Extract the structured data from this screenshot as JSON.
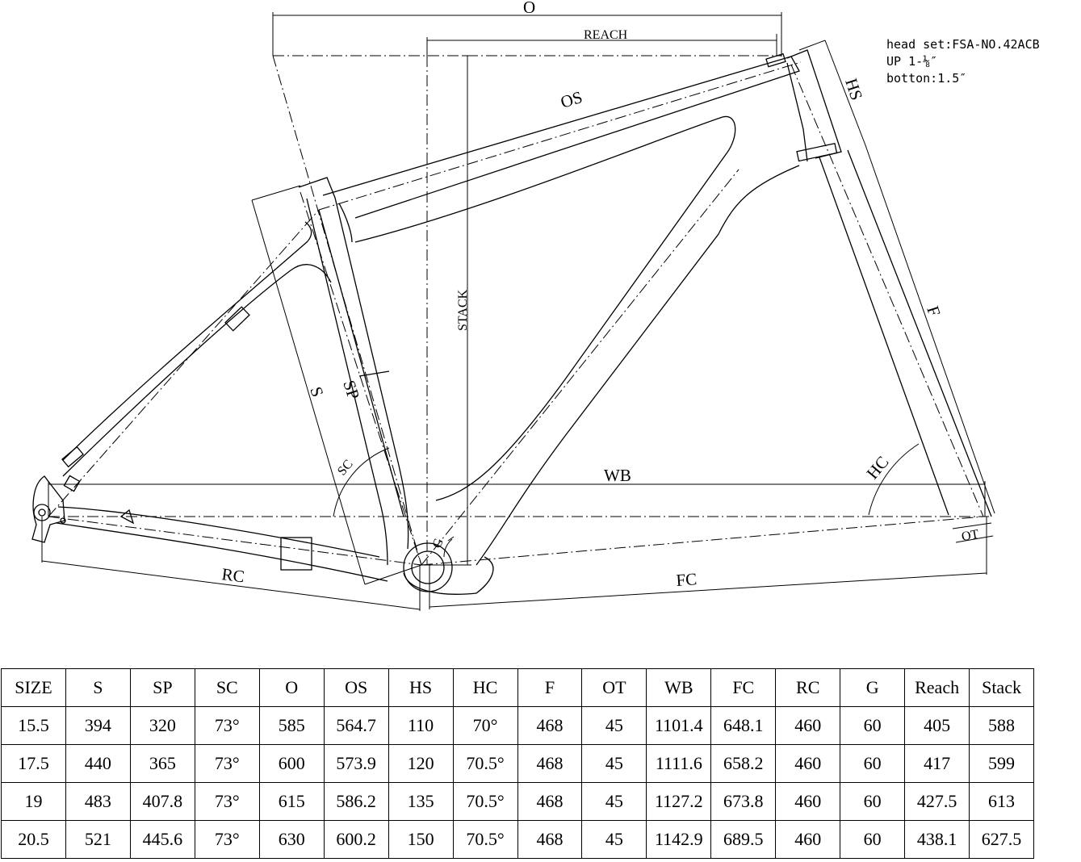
{
  "diagram": {
    "labels": {
      "o": "O",
      "reach": "REACH",
      "stack": "STACK",
      "os": "OS",
      "hs": "HS",
      "f": "F",
      "s": "S",
      "sp": "SP",
      "sc": "SC",
      "hc": "HC",
      "wb": "WB",
      "rc": "RC",
      "fc": "FC",
      "ot": "OT",
      "g": "G"
    },
    "notes": [
      "head set:FSA-NO.42ACB",
      "UP 1-⅛″",
      "botton:1.5″"
    ]
  },
  "table": {
    "headers": [
      "SIZE",
      "S",
      "SP",
      "SC",
      "O",
      "OS",
      "HS",
      "HC",
      "F",
      "OT",
      "WB",
      "FC",
      "RC",
      "G",
      "Reach",
      "Stack"
    ],
    "rows": [
      [
        "15.5",
        "394",
        "320",
        "73°",
        "585",
        "564.7",
        "110",
        "70°",
        "468",
        "45",
        "1101.4",
        "648.1",
        "460",
        "60",
        "405",
        "588"
      ],
      [
        "17.5",
        "440",
        "365",
        "73°",
        "600",
        "573.9",
        "120",
        "70.5°",
        "468",
        "45",
        "1111.6",
        "658.2",
        "460",
        "60",
        "417",
        "599"
      ],
      [
        "19",
        "483",
        "407.8",
        "73°",
        "615",
        "586.2",
        "135",
        "70.5°",
        "468",
        "45",
        "1127.2",
        "673.8",
        "460",
        "60",
        "427.5",
        "613"
      ],
      [
        "20.5",
        "521",
        "445.6",
        "73°",
        "630",
        "600.2",
        "150",
        "70.5°",
        "468",
        "45",
        "1142.9",
        "689.5",
        "460",
        "60",
        "438.1",
        "627.5"
      ]
    ]
  }
}
